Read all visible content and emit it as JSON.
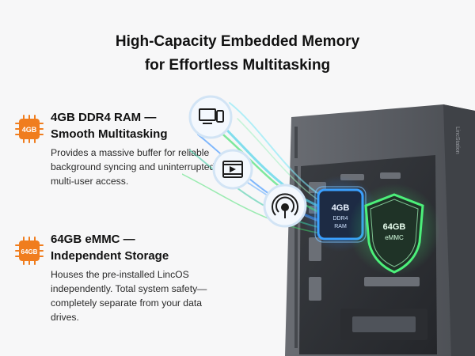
{
  "headline": {
    "line1": "High-Capacity Embedded Memory",
    "line2": "for Effortless Multitasking"
  },
  "features": [
    {
      "chip_label": "4GB",
      "title_line1": "4GB DDR4 RAM —",
      "title_line2": "Smooth Multitasking",
      "body": "Provides a massive buffer for reliable background syncing and uninterrupted multi-user access."
    },
    {
      "chip_label": "64GB",
      "title_line1": "64GB eMMC —",
      "title_line2": "Independent Storage",
      "body": "Houses the pre-installed LincOS independently. Total system safety—completely separate from your data drives."
    }
  ],
  "device": {
    "ram_chip_line1": "4GB",
    "ram_chip_line2": "DDR4",
    "ram_chip_line3": "RAM",
    "emmc_line1": "64GB",
    "emmc_line2": "eMMC",
    "brand_vertical": "LincStation"
  },
  "icons": [
    "desktop-phone-icon",
    "video-icon",
    "music-cast-icon",
    "chip-icon"
  ],
  "colors": {
    "accent_orange": "#f07d1e",
    "ram_glow": "#2f8cff",
    "emmc_glow": "#3ee06a",
    "chassis": "#5a5d63"
  }
}
